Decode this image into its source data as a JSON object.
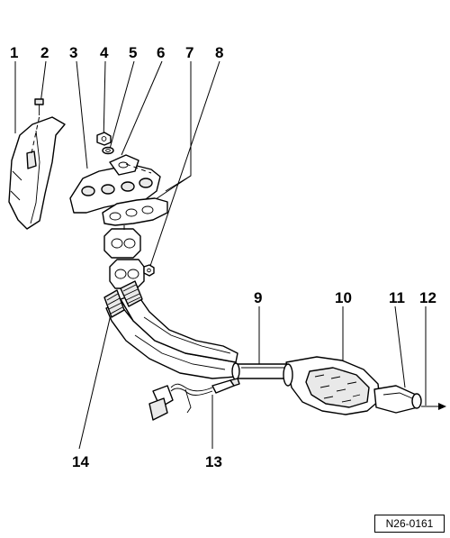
{
  "callouts": {
    "c1": "1",
    "c2": "2",
    "c3": "3",
    "c4": "4",
    "c5": "5",
    "c6": "6",
    "c7": "7",
    "c8": "8",
    "c9": "9",
    "c10": "10",
    "c11": "11",
    "c12": "12",
    "c13": "13",
    "c14": "14"
  },
  "reference_code": "N26-0161"
}
